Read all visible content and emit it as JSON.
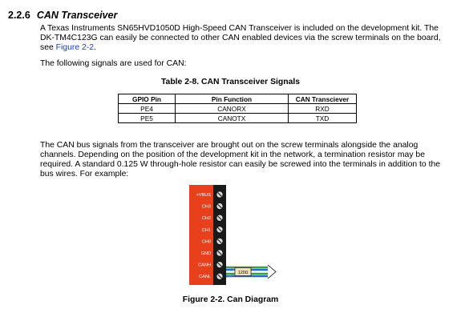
{
  "section": {
    "number": "2.2.6",
    "title": "CAN Transceiver"
  },
  "paragraph1": {
    "before_link": "A Texas Instruments SN65HVD1050D High-Speed CAN Transceiver is included on the development kit. The DK-TM4C123G can easily be connected to other CAN enabled devices via the screw terminals on the board, see ",
    "link": "Figure 2-2",
    "after_link": "."
  },
  "paragraph2": "The following signals are used for CAN:",
  "table": {
    "caption": "Table 2-8. CAN Transceiver Signals",
    "headers": [
      "GPIO Pin",
      "Pin Function",
      "CAN Transciever"
    ],
    "rows": [
      [
        "PE4",
        "CANORX",
        "RXD"
      ],
      [
        "PE5",
        "CANOTX",
        "TXD"
      ]
    ]
  },
  "paragraph3": "The CAN bus signals from the transceiver are brought out on the screw terminals alongside the analog channels. Depending on the position of the development kit in the network, a termination resistor may be required. A standard 0.125 W through-hole resistor can easily be screwed into the terminals in addition to the bus wires. For example:",
  "figure": {
    "caption": "Figure 2-2. Can Diagram",
    "terminal_labels": [
      "+VBUS",
      "CH3",
      "CH2",
      "CH1",
      "CH0",
      "GND",
      "CANH",
      "CANL"
    ],
    "resistor_label": "120Ω",
    "colors": {
      "board": "#e8401c",
      "wire_green": "#3aa041",
      "wire_blue": "#1f6fc8",
      "terminal_block": "#1a1a1a",
      "resistor": "#f2e2b8"
    }
  }
}
